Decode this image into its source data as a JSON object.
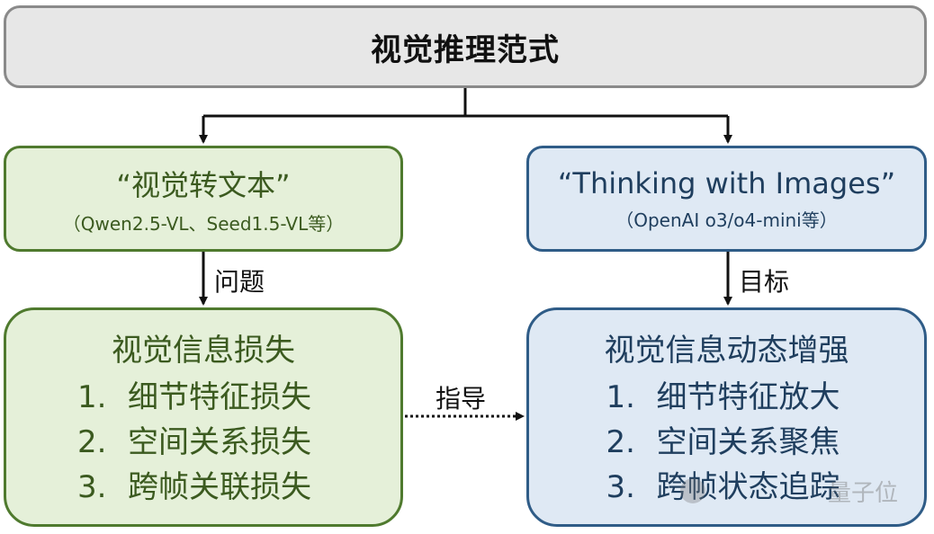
{
  "top": {
    "title": "视觉推理范式"
  },
  "left": {
    "header_title": "“视觉转文本”",
    "header_sub": "（Qwen2.5-VL、Seed1.5-VL等）",
    "arrow_label": "问题",
    "body_title": "视觉信息损失",
    "items": [
      {
        "num": "1.",
        "text": "细节特征损失"
      },
      {
        "num": "2.",
        "text": "空间关系损失"
      },
      {
        "num": "3.",
        "text": "跨帧关联损失"
      }
    ]
  },
  "right": {
    "header_title": "“Thinking with Images”",
    "header_sub": "（OpenAI o3/o4-mini等）",
    "arrow_label": "目标",
    "body_title": "视觉信息动态增强",
    "items": [
      {
        "num": "1.",
        "text": "细节特征放大"
      },
      {
        "num": "2.",
        "text": "空间关系聚焦"
      },
      {
        "num": "3.",
        "text": "跨帧状态追踪"
      }
    ]
  },
  "middle": {
    "arrow_label": "指导"
  },
  "watermark": {
    "text": "量子位"
  },
  "colors": {
    "green_border": "#4f7a2e",
    "green_fill": "#e5f0d9",
    "blue_border": "#2f5c87",
    "blue_fill": "#dfe9f4",
    "gray_border": "#8a8a8a",
    "gray_fill": "#e7e7e7"
  }
}
